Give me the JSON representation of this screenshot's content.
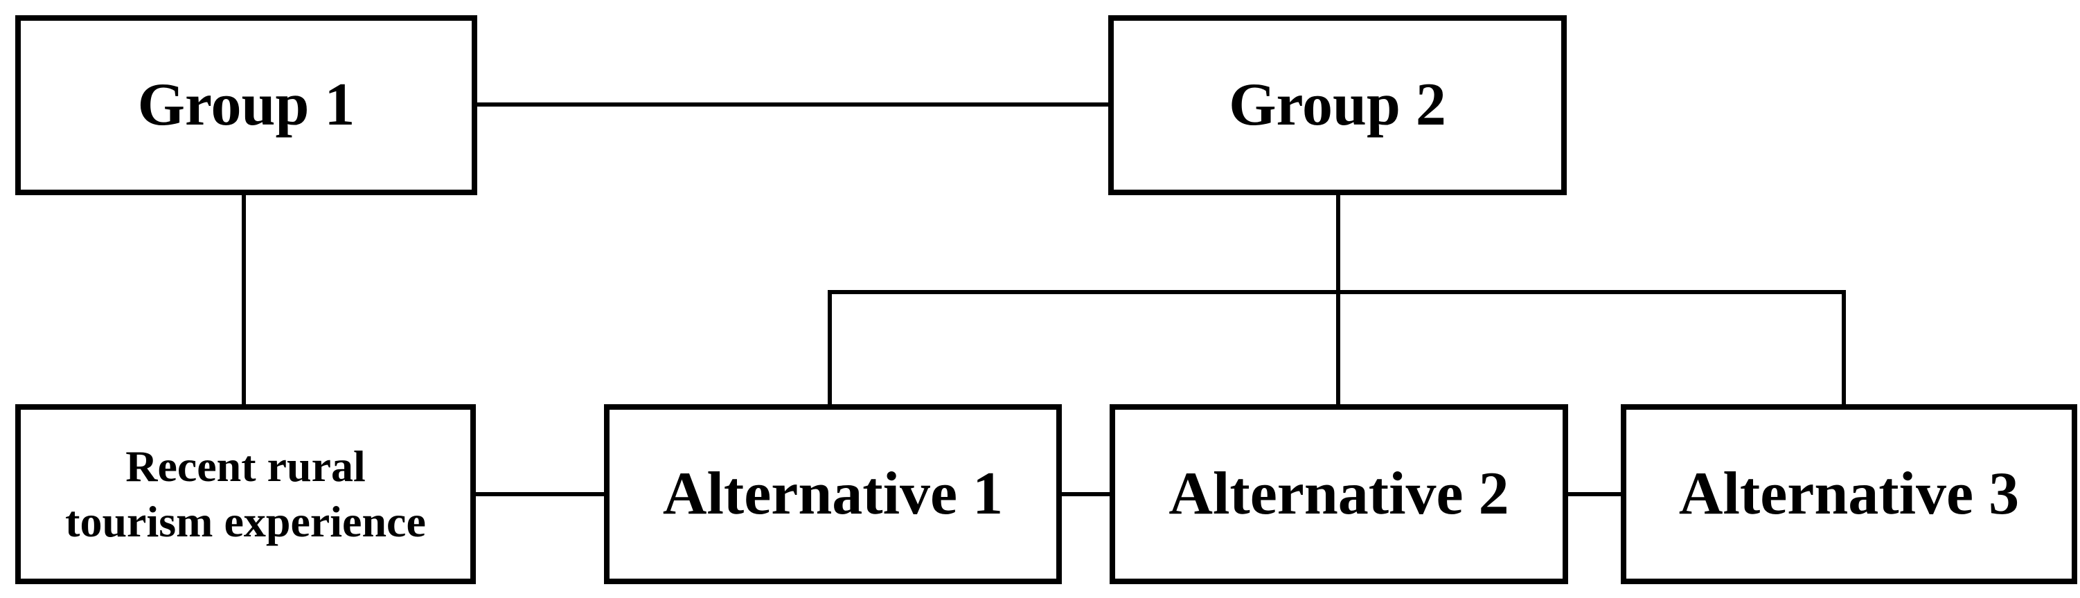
{
  "diagram": {
    "colors": {
      "background": "#ffffff",
      "line": "#000000",
      "text": "#000000",
      "node_fill": "#ffffff"
    },
    "nodes": {
      "group1": {
        "label": "Group 1"
      },
      "group2": {
        "label": "Group 2"
      },
      "recent_experience": {
        "label": "Recent rural\ntourism experience"
      },
      "alternative1": {
        "label": "Alternative 1"
      },
      "alternative2": {
        "label": "Alternative 2"
      },
      "alternative3": {
        "label": "Alternative 3"
      }
    },
    "edges": [
      {
        "from": "group1",
        "to": "group2"
      },
      {
        "from": "group1",
        "to": "recent_experience"
      },
      {
        "from": "group2",
        "to": "alternative1"
      },
      {
        "from": "group2",
        "to": "alternative2"
      },
      {
        "from": "group2",
        "to": "alternative3"
      },
      {
        "from": "recent_experience",
        "to": "alternative1"
      },
      {
        "from": "alternative1",
        "to": "alternative2"
      },
      {
        "from": "alternative2",
        "to": "alternative3"
      }
    ]
  }
}
